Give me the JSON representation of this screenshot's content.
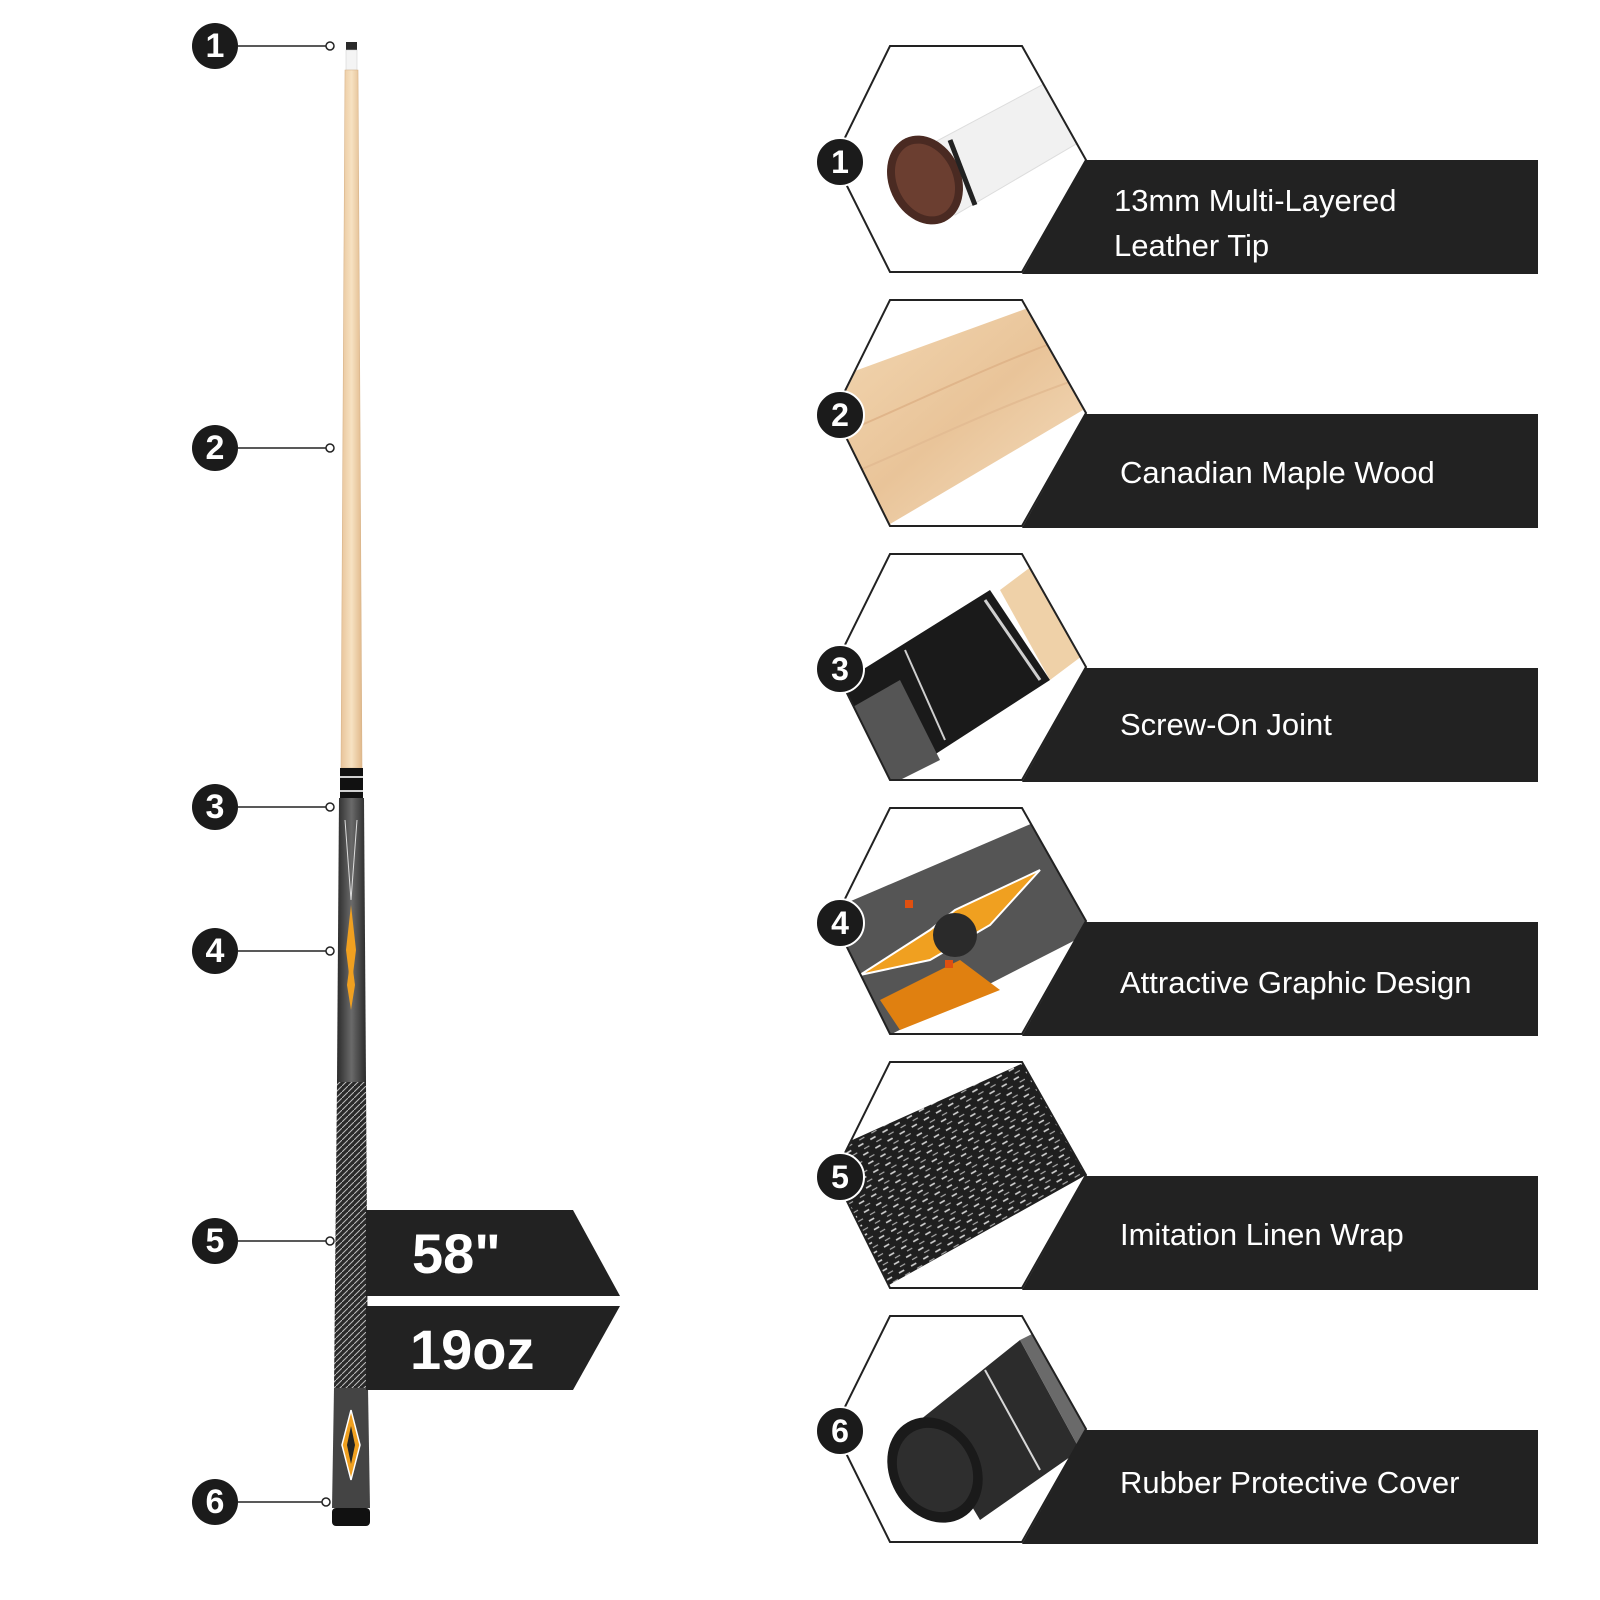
{
  "cue": {
    "markers": [
      "1",
      "2",
      "3",
      "4",
      "5",
      "6"
    ]
  },
  "specs": {
    "length": "58\"",
    "weight": "19oz"
  },
  "features": [
    {
      "number": "1",
      "label": "13mm Multi-Layered\nLeather Tip",
      "icon": "leather-tip-closeup-icon"
    },
    {
      "number": "2",
      "label": "Canadian Maple Wood",
      "icon": "maple-wood-closeup-icon"
    },
    {
      "number": "3",
      "label": "Screw-On Joint",
      "icon": "screw-on-joint-closeup-icon"
    },
    {
      "number": "4",
      "label": "Attractive Graphic Design",
      "icon": "graphic-design-closeup-icon"
    },
    {
      "number": "5",
      "label": "Imitation Linen Wrap",
      "icon": "linen-wrap-closeup-icon"
    },
    {
      "number": "6",
      "label": "Rubber Protective Cover",
      "icon": "rubber-cover-closeup-icon"
    }
  ],
  "colors": {
    "panel": "#222222",
    "maple": "#f2d6ae",
    "butt": "#3a3a3a",
    "accent": "#f0a020"
  }
}
